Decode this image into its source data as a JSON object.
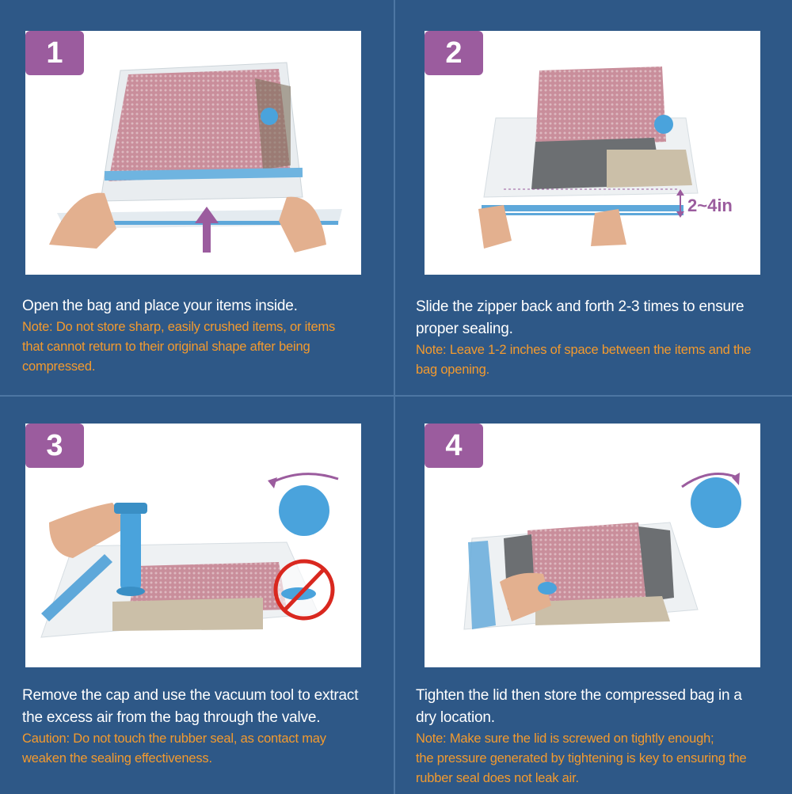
{
  "steps": [
    {
      "number": "1",
      "instruction": "Open the bag and place your items inside.",
      "note_lines": [
        "Note: Do not store sharp, easily crushed items, or items",
        "that cannot return to their original shape after being",
        "compressed."
      ]
    },
    {
      "number": "2",
      "instruction_lines": [
        "Slide the zipper back and forth 2-3 times to ensure",
        "proper sealing."
      ],
      "note_lines": [
        "Note: Leave 1-2 inches of space between the items and the",
        "bag opening."
      ],
      "gap_label": "2~4in"
    },
    {
      "number": "3",
      "instruction_lines": [
        "Remove the cap and use the vacuum tool to extract",
        "the excess air from the bag through the valve."
      ],
      "note_lines": [
        "Caution: Do not touch the rubber seal, as contact may",
        "weaken the sealing effectiveness."
      ]
    },
    {
      "number": "4",
      "instruction_lines": [
        "Tighten the lid then store the compressed bag in a",
        "dry location."
      ],
      "note_lines": [
        "Note: Make sure the lid is screwed on tightly enough;",
        "the pressure generated by tightening is key to ensuring the",
        "rubber seal does not leak air."
      ]
    }
  ],
  "colors": {
    "background": "#2e5887",
    "badge": "#9b5c9e",
    "note": "#f39a2e",
    "accent_blue": "#4aa3dc"
  }
}
